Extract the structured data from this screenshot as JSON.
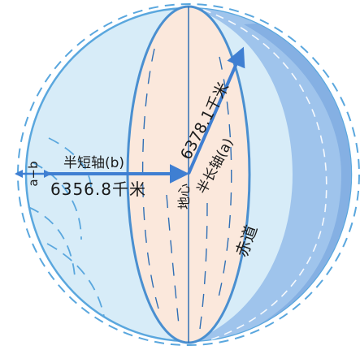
{
  "labels": {
    "semi_minor_axis": "半短轴(b)",
    "semi_minor_value": "6356.8千米",
    "semi_major_axis": "半长轴(a)",
    "semi_major_value": "6378.1千米",
    "center": "地心",
    "equator": "赤道",
    "difference": "a−b"
  },
  "colors": {
    "outer_disc": "#d7ecf8",
    "outer_stroke": "#5aa7de",
    "ellipse_fill": "#fbe8dc",
    "ellipse_stroke": "#4a8fd0",
    "right_shade": "#9fc4ec",
    "right_shade_dark": "#6fa0dd",
    "arrow": "#3f7fd2",
    "line": "#2f6fb5",
    "dashed": "#5aa7de",
    "text": "#1a1a1a"
  }
}
